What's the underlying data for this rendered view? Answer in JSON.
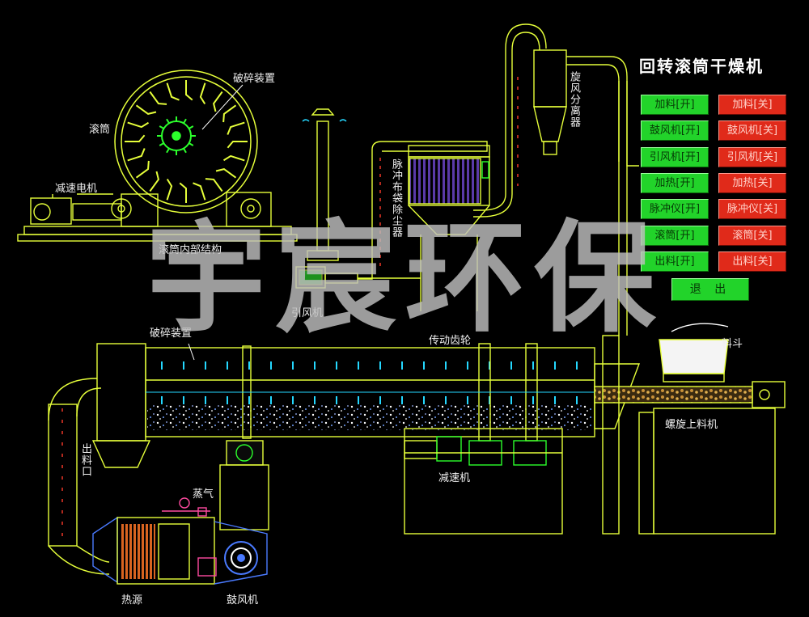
{
  "title": "回转滚筒干燥机",
  "labels": {
    "crusher_top": "破碎装置",
    "drum": "滚筒",
    "reducer_motor": "减速电机",
    "drum_internal": "滚筒内部结构",
    "crusher_bottom": "破碎装置",
    "transmission_gear": "传动齿轮",
    "induced_fan": "引风机",
    "pulse_filter": "脉冲布袋除尘器",
    "cyclone": "旋风分离器",
    "hopper": "料斗",
    "screw_feeder": "螺旋上料机",
    "reducer": "减速机",
    "outlet": "出料口",
    "steam": "蒸气",
    "heat_source": "热源",
    "blower": "鼓风机"
  },
  "controls": {
    "on": [
      "加料[开]",
      "鼓风机[开]",
      "引风机[开]",
      "加热[开]",
      "脉冲仪[开]",
      "滚筒[开]",
      "出料[开]"
    ],
    "off": [
      "加料[关]",
      "鼓风机[关]",
      "引风机[关]",
      "加热[关]",
      "脉冲仪[关]",
      "滚筒[关]",
      "出料[关]"
    ],
    "exit": "退 出"
  },
  "watermark": "宇宸环保",
  "colors": {
    "background": "#000000",
    "line": "#e6ff3a",
    "on_button": "#22d32a",
    "off_button": "#e02a1a",
    "accent_cyan": "#25d8ff"
  }
}
